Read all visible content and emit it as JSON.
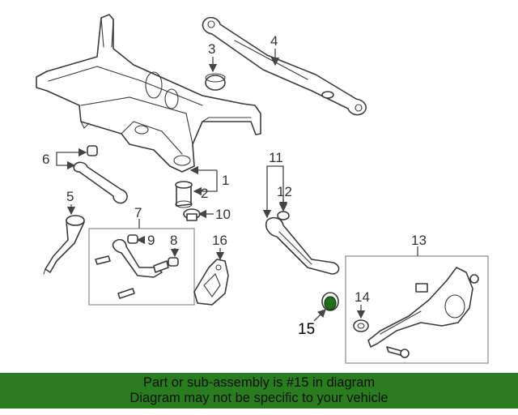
{
  "diagram": {
    "callouts": [
      "1",
      "2",
      "3",
      "4",
      "5",
      "6",
      "7",
      "8",
      "9",
      "10",
      "11",
      "12",
      "13",
      "14",
      "15",
      "16"
    ],
    "highlighted_part": "15",
    "highlight_color": "#1f6f1f"
  },
  "banner": {
    "line1": "Part or sub-assembly is #15 in diagram",
    "line2": "Diagram may not be specific to your vehicle",
    "background": "#2a7d1e"
  }
}
